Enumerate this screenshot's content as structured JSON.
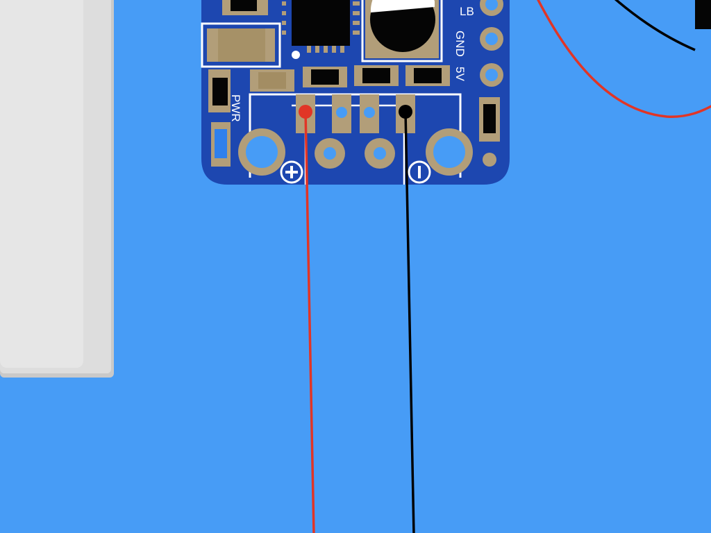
{
  "app": {
    "background_color": "#479cf6",
    "board_color": "#1d47b0",
    "pad_color": "#b29e79",
    "wire_colors": {
      "positive": "#e13526",
      "negative": "#000000"
    }
  },
  "board": {
    "labels": {
      "lb": "LB",
      "gnd": "GND",
      "five_v": "5V",
      "pwr": "PWR"
    },
    "polarity": {
      "plus_symbol": "+",
      "minus_symbol": "−"
    }
  }
}
